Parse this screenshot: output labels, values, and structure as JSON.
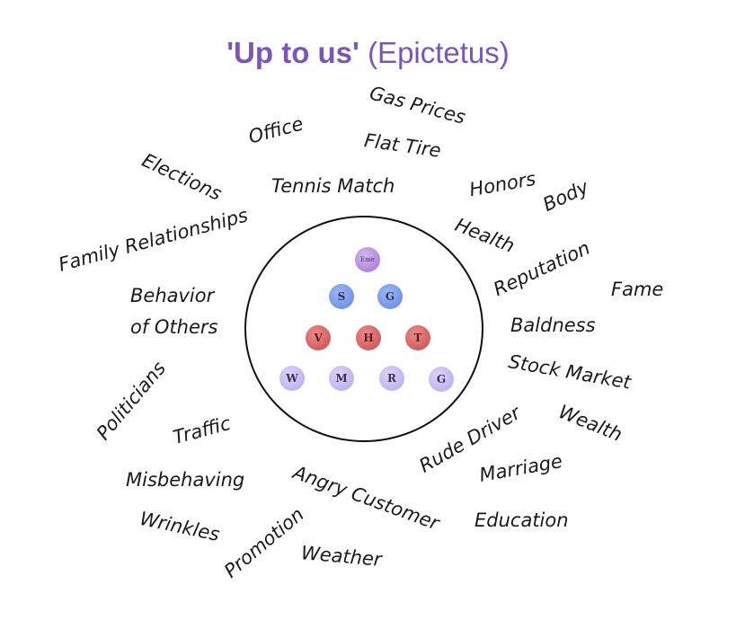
{
  "title": {
    "quoted": "'Up to us'",
    "author": "(Epictetus)"
  },
  "words": {
    "office": "Office",
    "gas_prices": "Gas Prices",
    "flat_tire": "Flat Tire",
    "elections": "Elections",
    "tennis_match": "Tennis Match",
    "honors": "Honors",
    "body": "Body",
    "family_relationships": "Family Relationships",
    "health": "Health",
    "reputation": "Reputation",
    "fame": "Fame",
    "behavior": "Behavior",
    "of_others": "of Others",
    "baldness": "Baldness",
    "stock_market": "Stock Market",
    "politicians": "Politicians",
    "traffic": "Traffic",
    "wealth": "Wealth",
    "rude_driver": "Rude Driver",
    "misbehaving": "Misbehaving",
    "angry_customer": "Angry Customer",
    "marriage": "Marriage",
    "wrinkles": "Wrinkles",
    "promotion": "Promotion",
    "education": "Education",
    "weather": "Weather"
  },
  "circles": {
    "top": "Eme",
    "row2": [
      "S",
      "G"
    ],
    "row3": [
      "V",
      "H",
      "T"
    ],
    "row4": [
      "W",
      "M",
      "R",
      "G"
    ]
  }
}
